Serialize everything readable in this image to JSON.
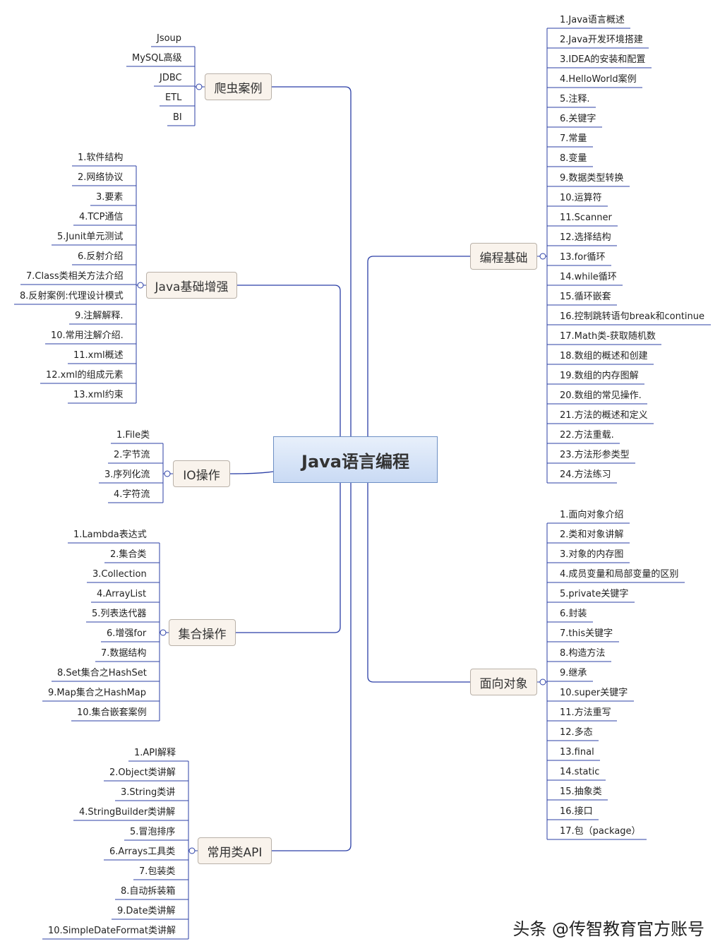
{
  "center": {
    "title": "Java语言编程"
  },
  "branches": [
    {
      "id": "pachong",
      "label": "爬虫案例",
      "side": "left",
      "items": [
        "Jsoup",
        "MySQL高级",
        "JDBC",
        "ETL",
        "BI"
      ]
    },
    {
      "id": "java-enhance",
      "label": "Java基础增强",
      "side": "left",
      "items": [
        "1.软件结构",
        "2.网络协议",
        "3.要素",
        "4.TCP通信",
        "5.Junit单元测试",
        "6.反射介绍",
        "7.Class类相关方法介绍",
        "8.反射案例:代理设计模式",
        "9.注解解释.",
        "10.常用注解介绍.",
        "11.xml概述",
        "12.xml的组成元素",
        "13.xml约束"
      ]
    },
    {
      "id": "io",
      "label": "IO操作",
      "side": "left",
      "items": [
        "1.File类",
        "2.字节流",
        "3.序列化流",
        "4.字符流"
      ]
    },
    {
      "id": "collection",
      "label": "集合操作",
      "side": "left",
      "items": [
        "1.Lambda表达式",
        "2.集合类",
        "3.Collection",
        "4.ArrayList",
        "5.列表迭代器",
        "6.增强for",
        "7.数据结构",
        "8.Set集合之HashSet",
        "9.Map集合之HashMap",
        "10.集合嵌套案例"
      ]
    },
    {
      "id": "api",
      "label": "常用类API",
      "side": "left",
      "items": [
        "1.API解释",
        "2.Object类讲解",
        "3.String类讲",
        "4.StringBuilder类讲解",
        "5.冒泡排序",
        "6.Arrays工具类",
        "7.包装类",
        "8.自动拆装箱",
        "9.Date类讲解",
        "10.SimpleDateFormat类讲解"
      ]
    },
    {
      "id": "basics",
      "label": "编程基础",
      "side": "right",
      "items": [
        "1.Java语言概述",
        "2.Java开发环境搭建",
        "3.IDEA的安装和配置",
        "4.HelloWorld案例",
        "5.注释.",
        "6.关键字",
        "7.常量",
        "8.变量",
        "9.数据类型转换",
        "10.运算符",
        "11.Scanner",
        "12.选择结构",
        "13.for循环",
        "14.while循环",
        "15.循环嵌套",
        "16.控制跳转语句break和continue",
        "17.Math类-获取随机数",
        "18.数组的概述和创建",
        "19.数组的内存图解",
        "20.数组的常见操作.",
        "21.方法的概述和定义",
        "22.方法重载.",
        "23.方法形参类型",
        "24.方法练习"
      ]
    },
    {
      "id": "oop",
      "label": "面向对象",
      "side": "right",
      "items": [
        "1.面向对象介绍",
        "2.类和对象讲解",
        "3.对象的内存图",
        "4.成员变量和局部变量的区别",
        "5.private关键字",
        "6.封装",
        "7.this关键字",
        "8.构造方法",
        "9.继承",
        "10.super关键字",
        "11.方法重写",
        "12.多态",
        "13.final",
        "14.static",
        "15.抽象类",
        "16.接口",
        "17.包（package）"
      ]
    }
  ],
  "watermark": "头条 @传智教育官方账号",
  "colors": {
    "wire": "#2b3fa6",
    "leafLine": "#2b3fa6",
    "centerBorder": "#6d8fc4",
    "branchFill": "#f9f3ec"
  }
}
